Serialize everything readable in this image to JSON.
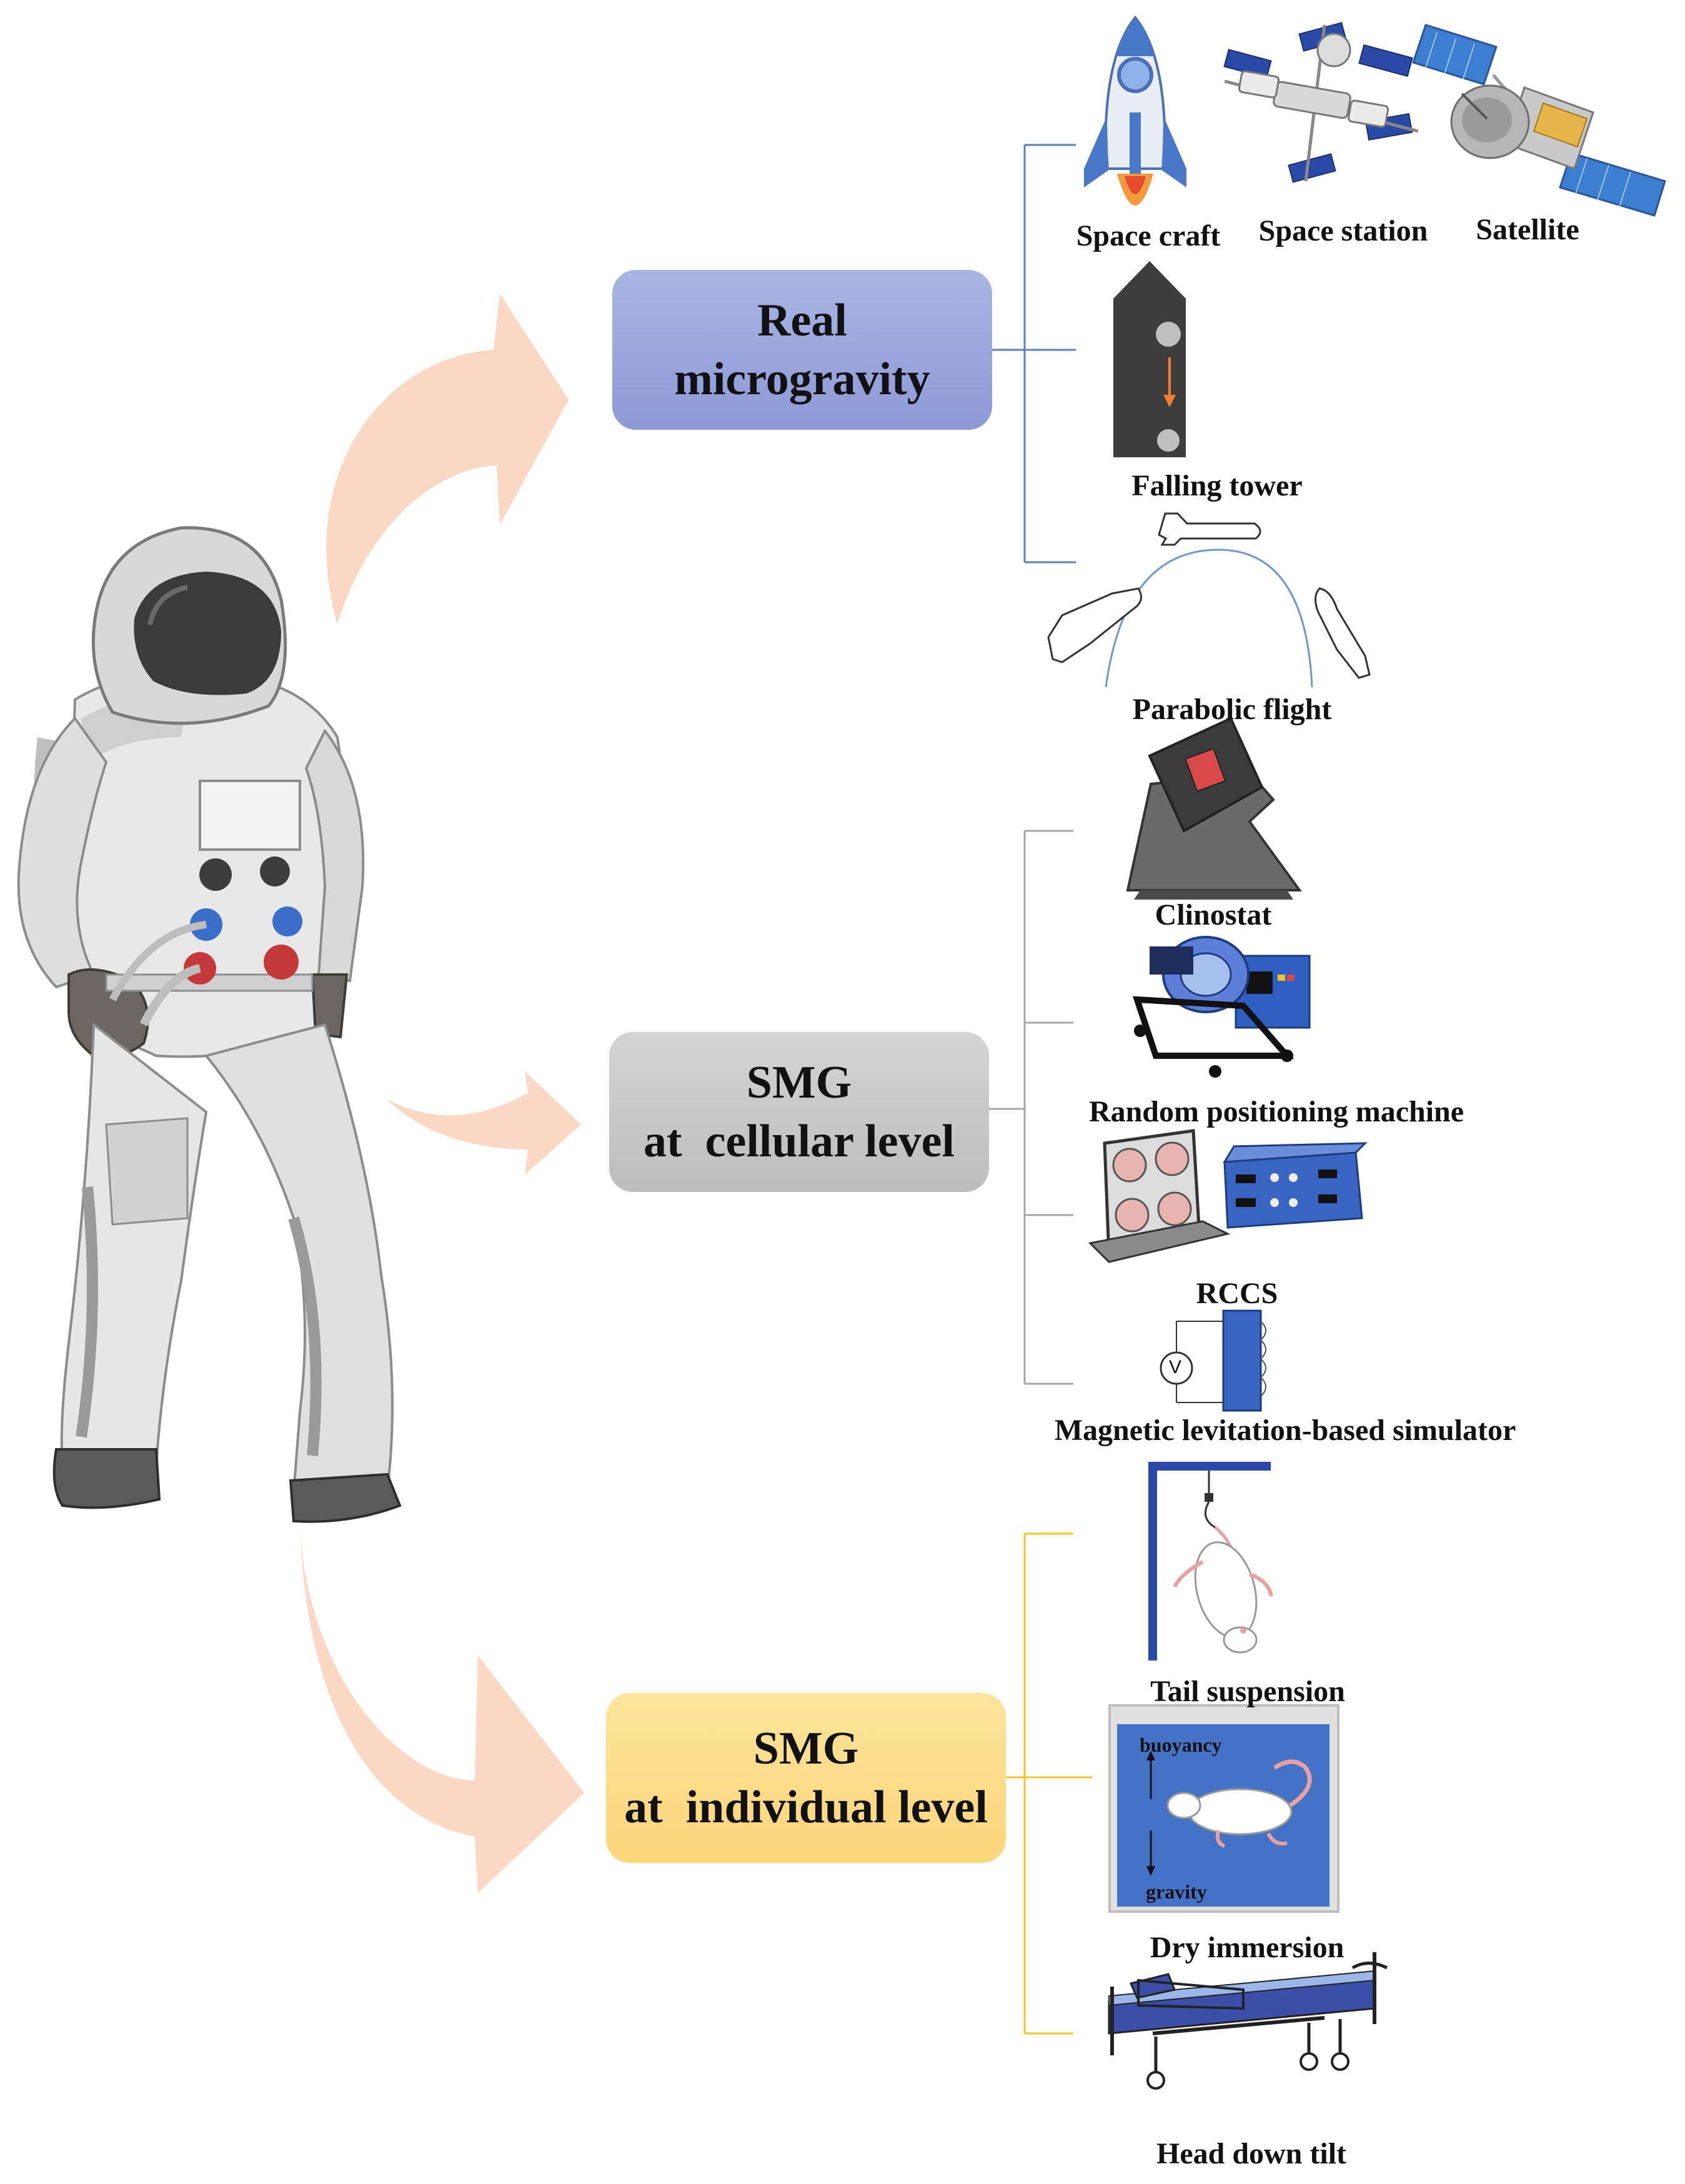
{
  "boxes": {
    "real": "Real\nmicrogravity",
    "cellular": "SMG\nat  cellular level",
    "individual": "SMG\nat  individual level"
  },
  "labels": {
    "space_craft": "Space craft",
    "space_station": "Space station",
    "satellite": "Satellite",
    "falling_tower": "Falling tower",
    "parabolic_flight": "Parabolic flight",
    "clinostat": "Clinostat",
    "rpm": "Random positioning machine",
    "rccs": "RCCS",
    "maglev": "Magnetic levitation-based simulator",
    "tail_suspension": "Tail suspension",
    "dry_immersion": "Dry immersion",
    "head_down_tilt": "Head down tilt"
  },
  "inset": {
    "buoyancy": "buoyancy",
    "gravity": "gravity",
    "voltmeter": "V"
  },
  "colors": {
    "real_box": "#95a2da",
    "cellular_box": "#c6c6c6",
    "individual_box": "#fcd97f",
    "real_bracket": "#5b7fc0",
    "cellular_bracket": "#a6a6a6",
    "individual_bracket": "#f2c42a",
    "arrow": "#fad8c3",
    "immersion_water": "#4472c4",
    "device_blue": "#3a64c2"
  },
  "icons": [
    "astronaut-illustration",
    "rocket-icon",
    "space-station-icon",
    "satellite-icon",
    "falling-tower-icon",
    "parabolic-flight-icon",
    "clinostat-icon",
    "random-positioning-machine-icon",
    "rccs-icon",
    "magnetic-levitation-icon",
    "tail-suspension-icon",
    "dry-immersion-icon",
    "hospital-bed-icon"
  ]
}
